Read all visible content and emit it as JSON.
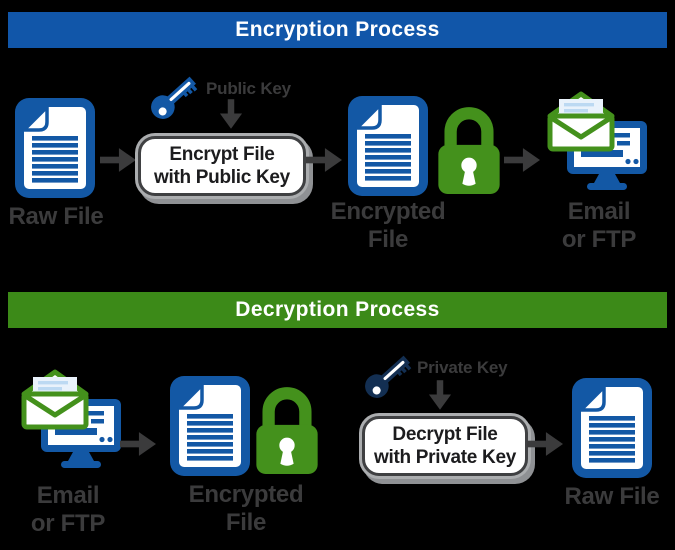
{
  "encryption": {
    "title": "Encryption Process",
    "source_label": "Raw File",
    "key_label": "Public Key",
    "action_line1": "Encrypt File",
    "action_line2": "with Public Key",
    "output_line1": "Encrypted",
    "output_line2": "File",
    "dest_line1": "Email",
    "dest_line2": "or FTP"
  },
  "decryption": {
    "title": "Decryption Process",
    "source_line1": "Email",
    "source_line2": "or FTP",
    "encrypted_line1": "Encrypted",
    "encrypted_line2": "File",
    "key_label": "Private Key",
    "action_line1": "Decrypt File",
    "action_line2": "with Private Key",
    "output_label": "Raw File"
  },
  "icons": {
    "document": "document-icon",
    "public_key": "key-icon",
    "private_key": "key-icon",
    "padlock": "padlock-icon",
    "envelope": "envelope-icon",
    "monitor": "monitor-icon",
    "arrow_right": "arrow-right-icon",
    "arrow_down": "arrow-down-icon"
  },
  "colors": {
    "background": "#000000",
    "header_blue": "#1156a9",
    "header_green": "#3c8a18",
    "blue": "#1358a5",
    "navy": "#132f52",
    "green": "#44911c",
    "text_gray": "#3b3b3c",
    "arrow_gray": "#3b3b3c",
    "letter_bg": "#e9f2fb",
    "letter_line": "#bcd9f2",
    "box_border": "#3f4042",
    "box_ring": "#abadaf",
    "box_shadow": "#8f9194"
  }
}
